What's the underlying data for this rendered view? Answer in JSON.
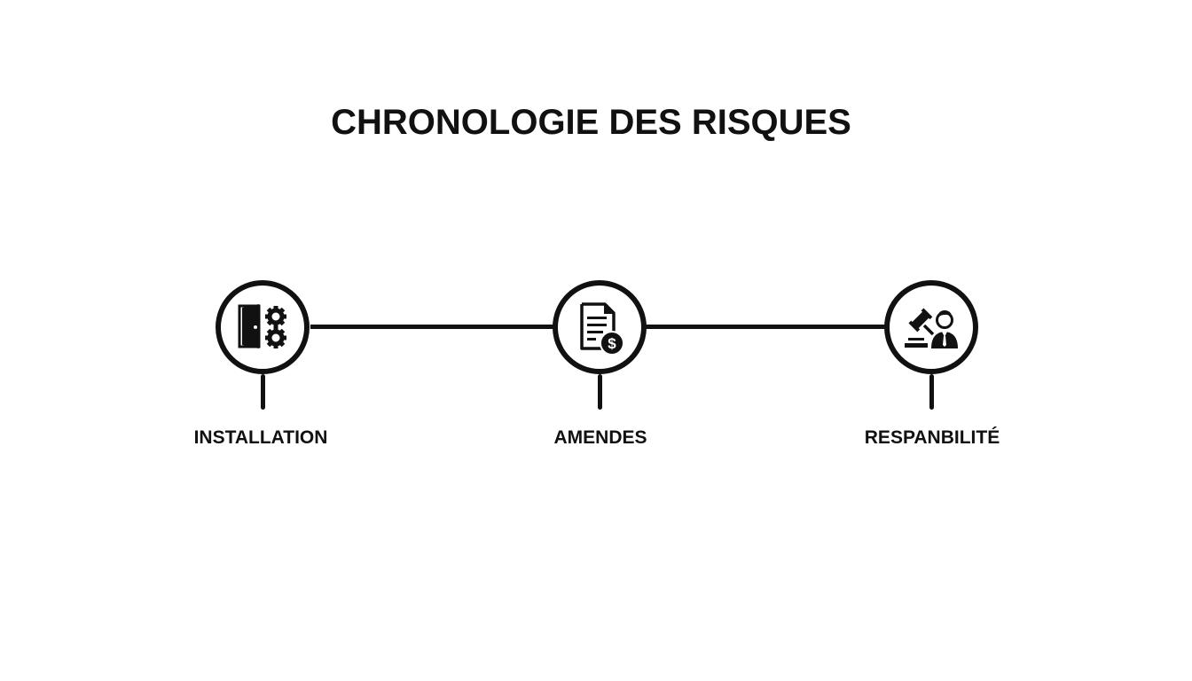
{
  "title": "CHRONOLOGIE DES RISQUES",
  "timeline": {
    "color": "#111111",
    "steps": [
      {
        "label": "INSTALLATION",
        "icon": "door-gears-icon"
      },
      {
        "label": "AMENDES",
        "icon": "invoice-dollar-icon"
      },
      {
        "label": "RESPANBILITÉ",
        "icon": "gavel-lawyer-icon"
      }
    ]
  }
}
